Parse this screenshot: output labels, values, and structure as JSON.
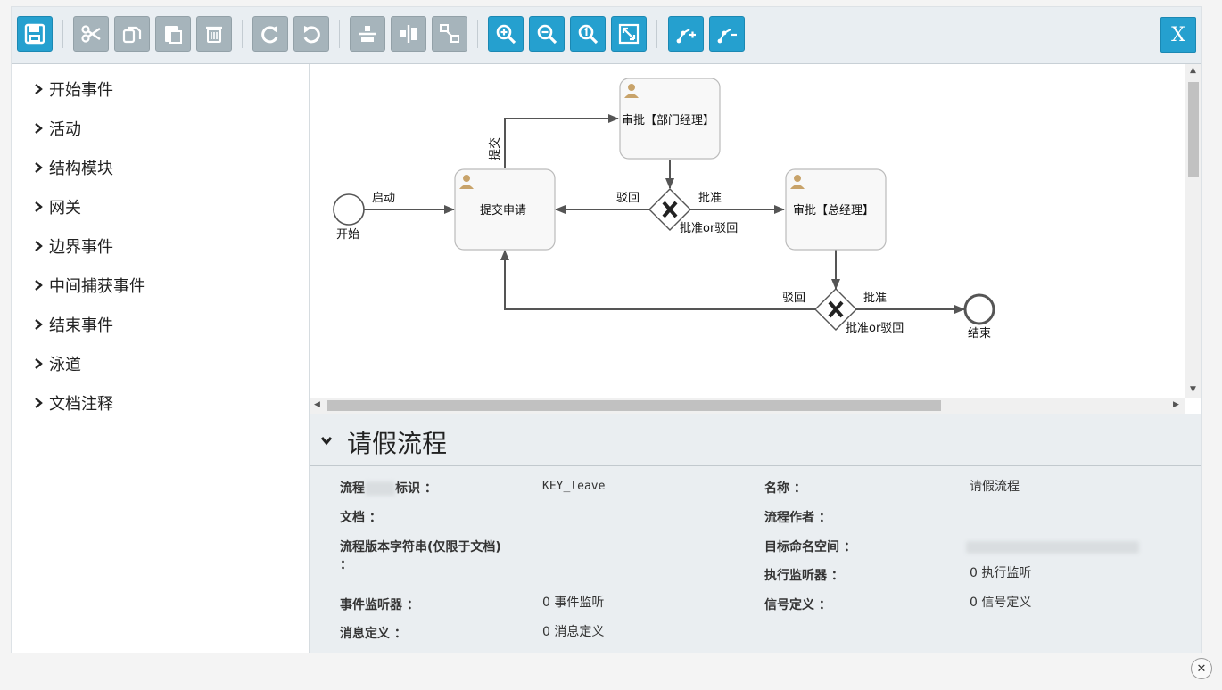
{
  "toolbar": {
    "buttons": [
      {
        "name": "save-icon"
      },
      {
        "name": "cut-icon"
      },
      {
        "name": "copy-icon"
      },
      {
        "name": "paste-icon"
      },
      {
        "name": "delete-icon"
      },
      {
        "name": "redo-icon"
      },
      {
        "name": "undo-icon"
      },
      {
        "name": "align-horizontal-icon"
      },
      {
        "name": "align-vertical-icon"
      },
      {
        "name": "same-size-icon"
      },
      {
        "name": "zoom-in-icon"
      },
      {
        "name": "zoom-out-icon"
      },
      {
        "name": "zoom-actual-icon"
      },
      {
        "name": "zoom-fit-icon"
      },
      {
        "name": "add-bendpoint-icon"
      },
      {
        "name": "remove-bendpoint-icon"
      }
    ],
    "close_label": "X",
    "active_color": "#25a0cf",
    "disabled_color": "#a6b4bb"
  },
  "palette": {
    "items": [
      "开始事件",
      "活动",
      "结构模块",
      "网关",
      "边界事件",
      "中间捕获事件",
      "结束事件",
      "泳道",
      "文档注释"
    ]
  },
  "diagram": {
    "start_label": "开始",
    "end_label": "结束",
    "tasks": {
      "submit": "提交申请",
      "dept_approve": "审批【部门经理】",
      "gm_approve": "审批【总经理】"
    },
    "flows": {
      "start": "启动",
      "submit": "提交",
      "reject1": "驳回",
      "approve1": "批准",
      "gateway1": "批准or驳回",
      "reject2": "驳回",
      "approve2": "批准",
      "gateway2": "批准or驳回"
    }
  },
  "properties": {
    "title": "请假流程",
    "fields": {
      "process_id_label_a": "流程",
      "process_id_label_b": "标识 ：",
      "process_id_value": "KEY_leave",
      "name_label": "名称 ：",
      "name_value": "请假流程",
      "doc_label": "文档 ：",
      "author_label": "流程作者 ：",
      "version_label": "流程版本字符串(仅限于文档) ：",
      "namespace_label": "目标命名空间 ：",
      "exec_listener_label": "执行监听器 ：",
      "exec_listener_value": "0 执行监听",
      "event_listener_label": "事件监听器 ：",
      "event_listener_value": "0 事件监听",
      "signal_label": "信号定义 ：",
      "signal_value": "0 信号定义",
      "message_label": "消息定义 ：",
      "message_value": "0 消息定义"
    }
  },
  "footer": {
    "close_symbol": "✕"
  }
}
